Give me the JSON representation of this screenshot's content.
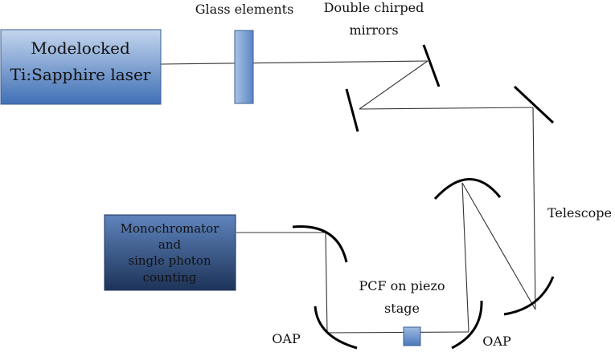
{
  "boxes": {
    "laser": {
      "lines": [
        "Modelocked",
        "Ti:Sapphire laser"
      ]
    },
    "mono": {
      "lines": [
        "Monochromator",
        "and",
        "single photon",
        "counting"
      ]
    }
  },
  "labels": {
    "glass": "Glass elements",
    "dcm_line1": "Double chirped",
    "dcm_line2": "mirrors",
    "telescope": "Telescope",
    "pcf_line1": "PCF on piezo",
    "pcf_line2": "stage",
    "oap_left": "OAP",
    "oap_right": "OAP"
  },
  "colors": {
    "box_top": "#b9cde8",
    "box_bottom": "#3f6fb5",
    "mono_top": "#5b7fb8",
    "mono_bottom": "#1d3358",
    "beam": "#333333",
    "mirror": "#000000",
    "border": "#3a5f94"
  }
}
